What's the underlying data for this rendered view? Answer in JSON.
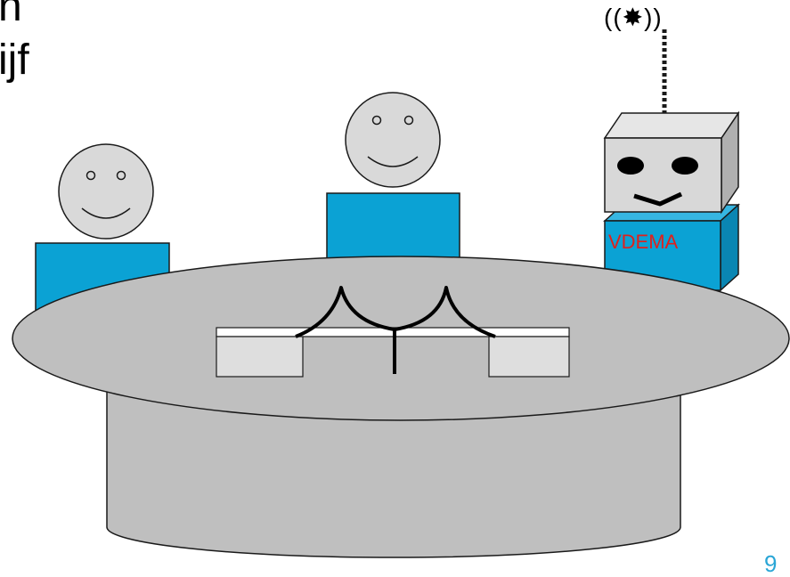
{
  "slide": {
    "title_line_1": "n",
    "title_line_2": "ijf",
    "page_number": "9"
  },
  "robot": {
    "label": "VDEMA",
    "signal_text": "((✸))"
  },
  "colors": {
    "person_body": "#0ba2d4",
    "person_head": "#d9d9d9",
    "robot_grey": "#d8d8d8",
    "robot_body": "#0ba2d4",
    "robot_label": "#e0201b",
    "table": "#bfbfbf",
    "page_number": "#2aa6d6"
  }
}
